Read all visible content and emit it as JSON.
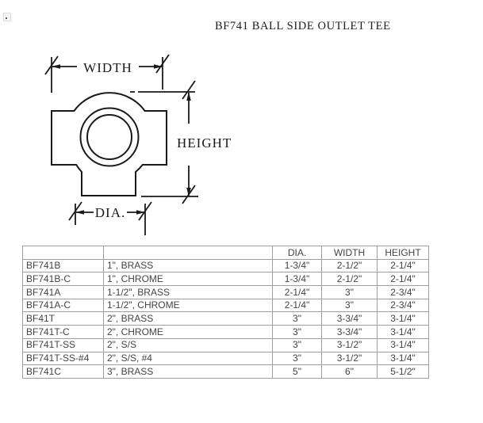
{
  "title": "BF741 BALL SIDE OUTLET TEE",
  "diagram": {
    "labels": {
      "width": "WIDTH",
      "height": "HEIGHT",
      "dia": "DIA."
    }
  },
  "table": {
    "headers": [
      "",
      "",
      "DIA.",
      "WIDTH",
      "HEIGHT"
    ],
    "rows": [
      [
        "BF741B",
        "1\", BRASS",
        "1-3/4\"",
        "2-1/2\"",
        "2-1/4\""
      ],
      [
        "BF741B-C",
        "1\", CHROME",
        "1-3/4\"",
        "2-1/2\"",
        "2-1/4\""
      ],
      [
        "BF741A",
        "1-1/2\", BRASS",
        "2-1/4\"",
        "3\"",
        "2-3/4\""
      ],
      [
        "BF741A-C",
        "1-1/2\", CHROME",
        "2-1/4\"",
        "3\"",
        "2-3/4\""
      ],
      [
        "BF41T",
        "2\", BRASS",
        "3\"",
        "3-3/4\"",
        "3-1/4\""
      ],
      [
        "BF741T-C",
        "2\", CHROME",
        "3\"",
        "3-3/4\"",
        "3-1/4\""
      ],
      [
        "BF741T-SS",
        "2\", S/S",
        "3\"",
        "3-1/2\"",
        "3-1/4\""
      ],
      [
        "BF741T-SS-#4",
        "2\", S/S, #4",
        "3\"",
        "3-1/2\"",
        "3-1/4\""
      ],
      [
        "BF741C",
        "3\", BRASS",
        "5\"",
        "6\"",
        "5-1/2\""
      ]
    ]
  },
  "colors": {
    "background": "#ffffff",
    "drawing_ink": "#1a1a1a",
    "table_border": "#9f9f9f",
    "table_text": "#444444"
  }
}
